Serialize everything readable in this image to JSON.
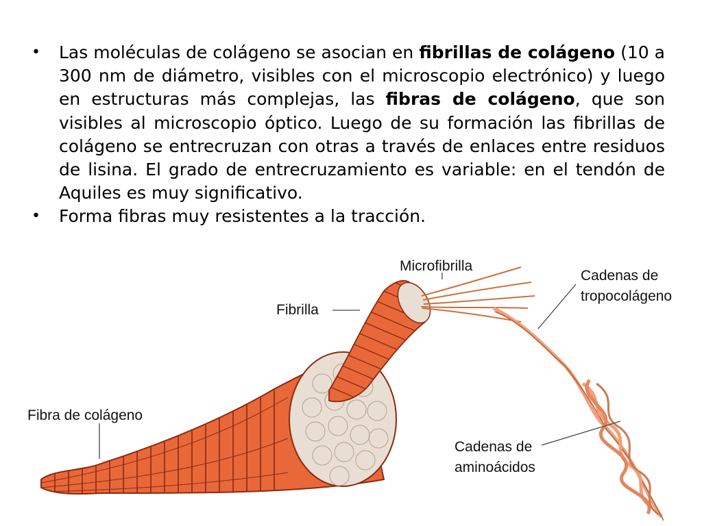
{
  "bullets": [
    {
      "t1": "Las moléculas de colágeno se asocian en ",
      "b1": "fibrillas de colágeno",
      "t2": " (10 a 300 nm de diámetro, visibles con el microscopio electrónico) y luego en estructuras más complejas, las ",
      "b2": "fibras de colágeno",
      "t3": ", que son visibles al microscopio óptico. Luego de su formación las fibrillas de colágeno se entrecruzan con otras a través de enlaces entre residuos de lisina. El grado de entrecruzamiento es variable: en el tendón de Aquiles es muy significativo."
    },
    {
      "t1": "Forma fibras muy resistentes a la tracción."
    }
  ],
  "bullet_symbol": "•",
  "diagram": {
    "labels": {
      "microfibrilla": "Microfibrilla",
      "fibrilla": "Fibrilla",
      "fibra": "Fibra de colágeno",
      "tropo_line1": "Cadenas de",
      "tropo_line2": "tropocolágeno",
      "amino_line1": "Cadenas de",
      "amino_line2": "aminoácidos"
    },
    "colors": {
      "fiber": "#e8683a",
      "fiber_dark": "#8a2a10",
      "cross_section": "#e9ded3",
      "strand": "#f0a07a",
      "leader": "#444444"
    }
  }
}
